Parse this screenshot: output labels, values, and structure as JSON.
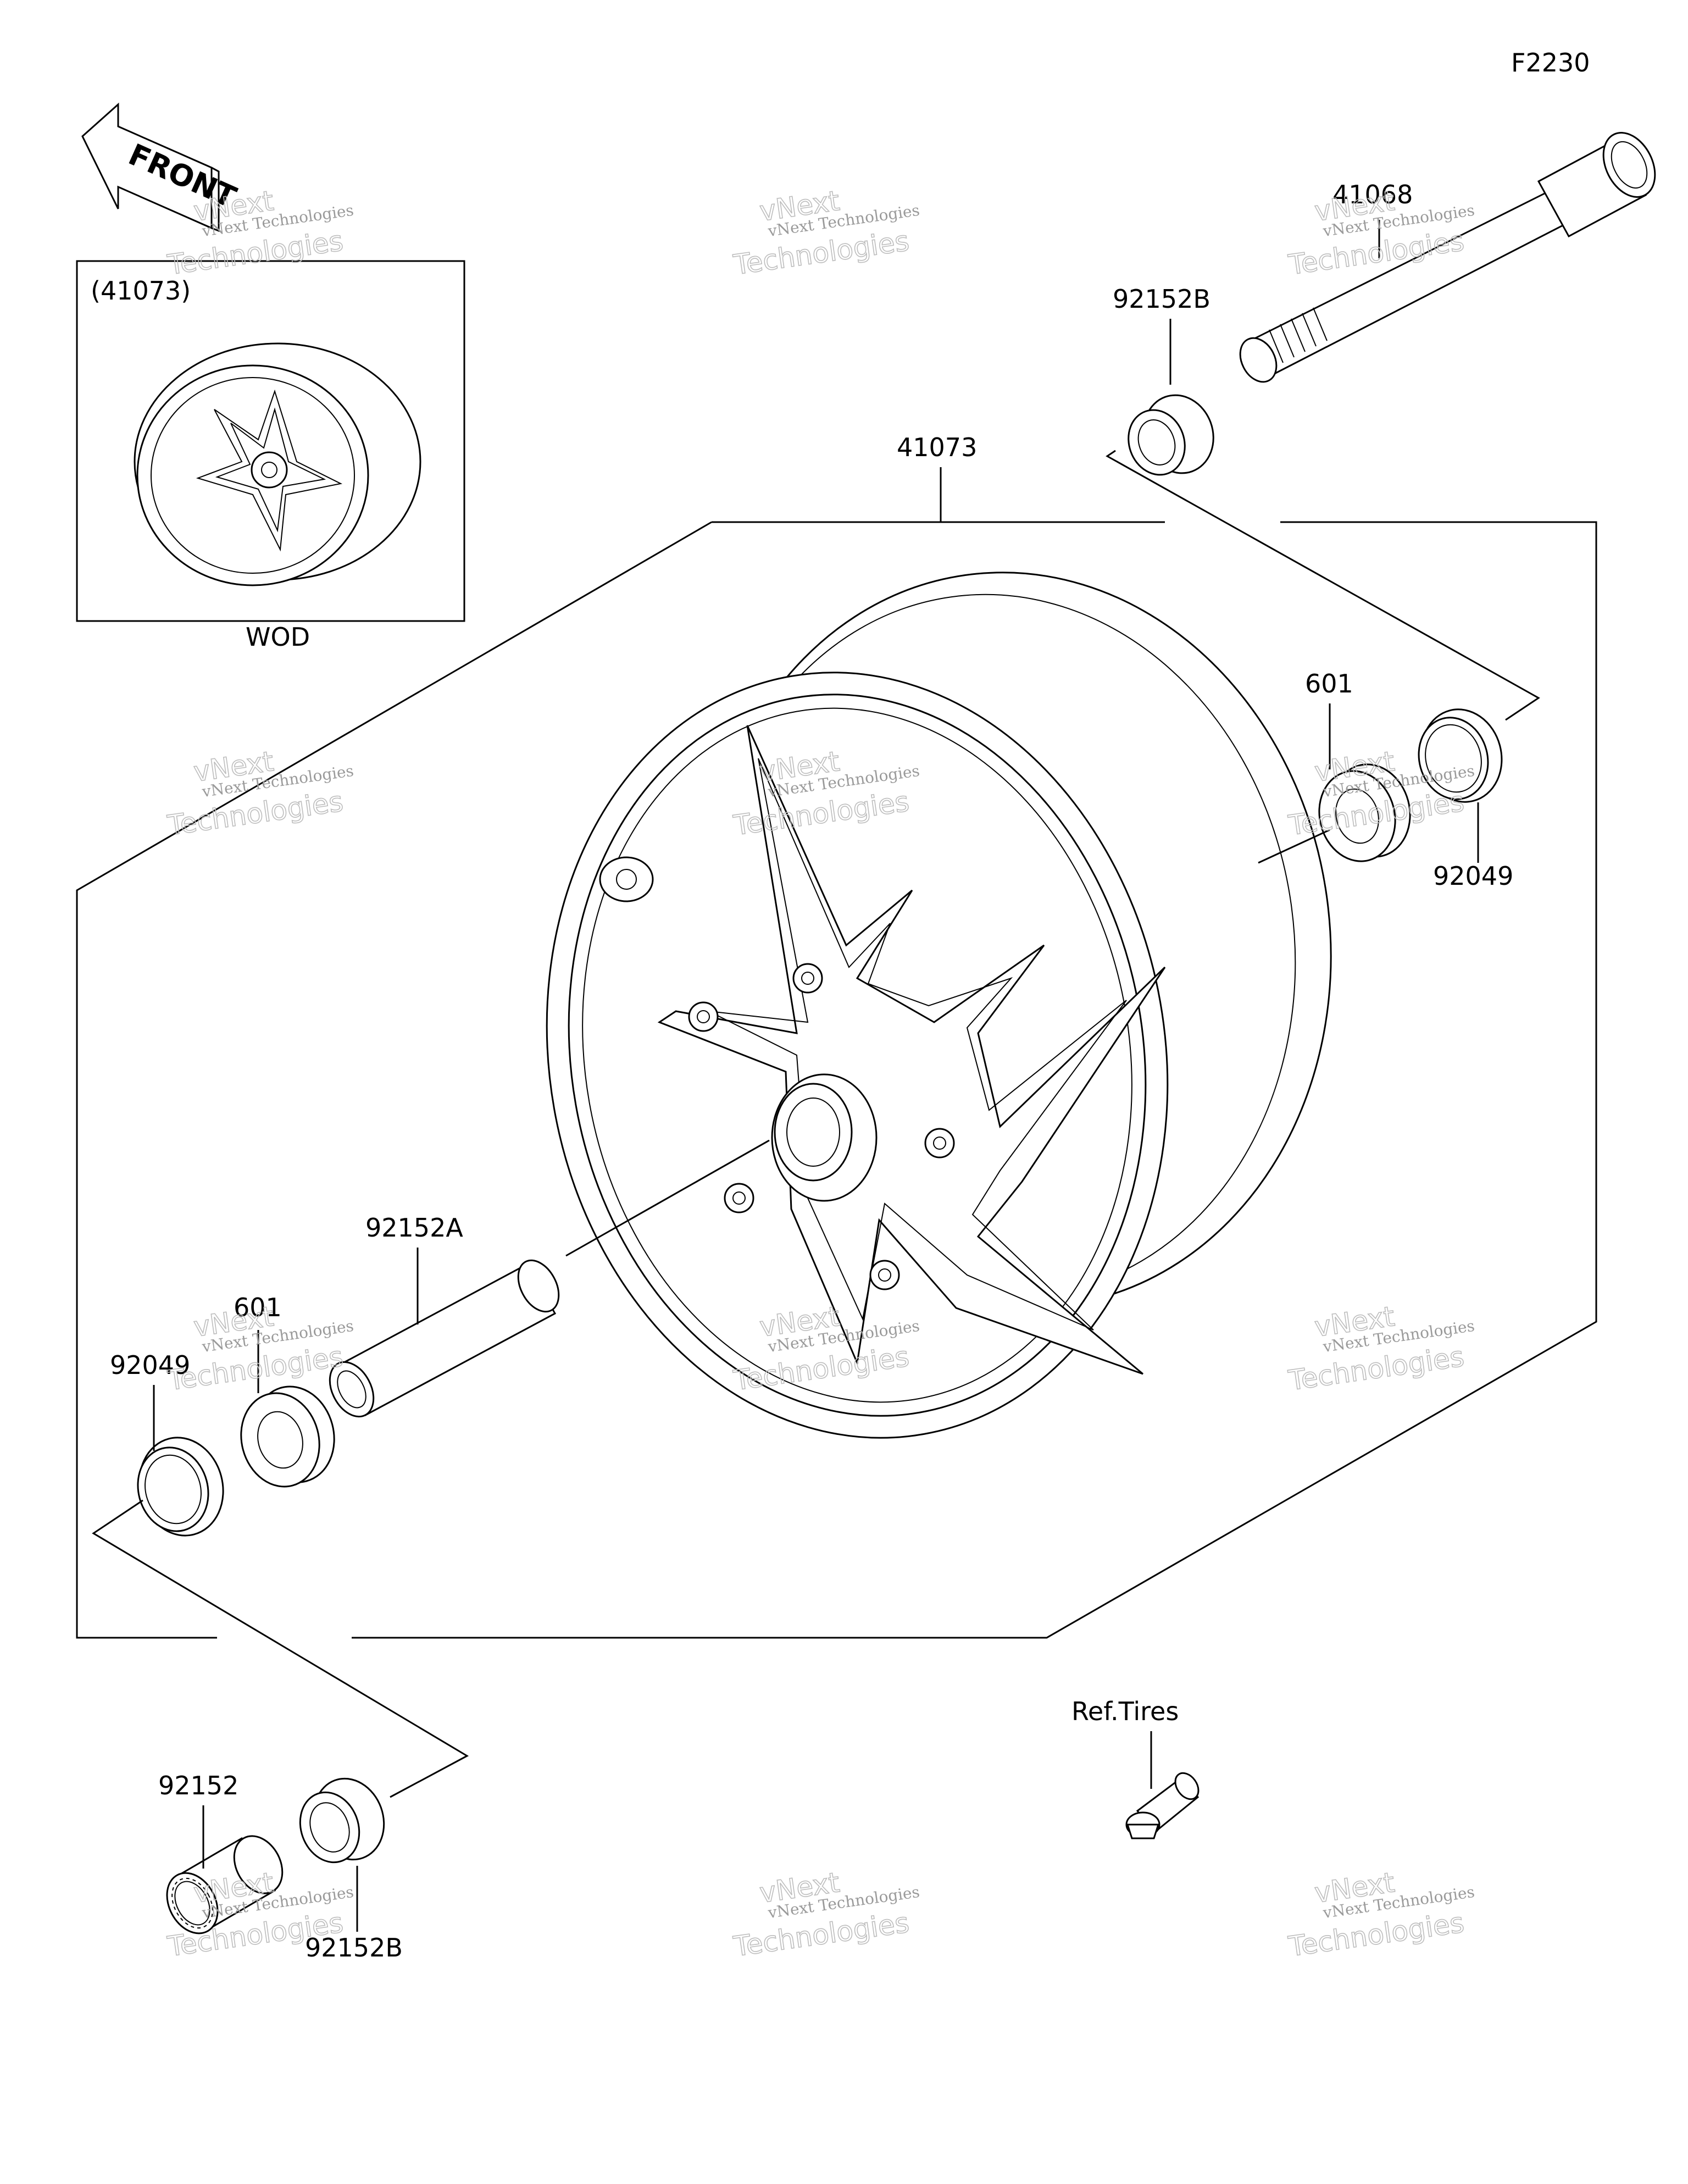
{
  "figure_code": "F2230",
  "front_label": "FRONT",
  "inset": {
    "part_ref": "(41073)",
    "caption": "WOD"
  },
  "callouts": {
    "wheel": "41073",
    "axle": "41068",
    "collar_right": "92152B",
    "bearing_right": "601",
    "seal_right": "92049",
    "spacer": "92152A",
    "bearing_left": "601",
    "seal_left": "92049",
    "collar_left_inner": "92152",
    "collar_left_outer": "92152B",
    "valve_ref": "Ref.Tires"
  },
  "watermark": {
    "line1": "vNext Technologies",
    "line2": "Technologies",
    "line3": "vNext"
  }
}
